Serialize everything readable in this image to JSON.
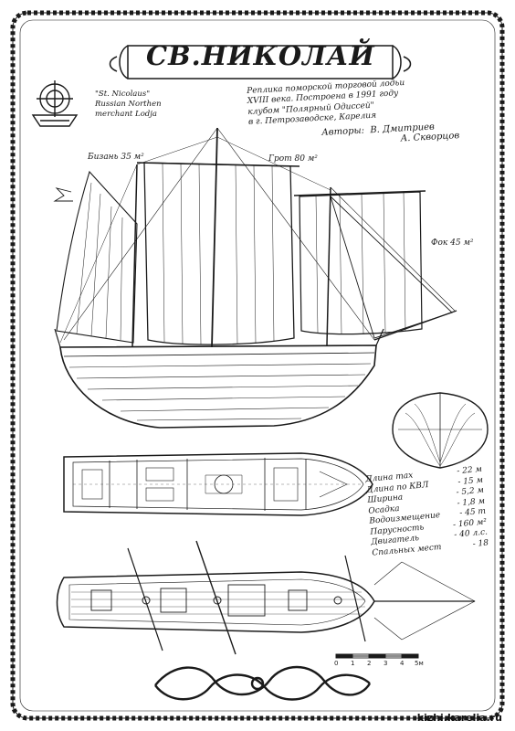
{
  "title": "СВ.НИКОЛАЙ",
  "english_caption": [
    "\"St. Nicolaus\"",
    "Russian Northen",
    "merchant Lodja"
  ],
  "russian_caption": [
    "Реплика поморской торговой лодьи",
    "XVIII века. Построена в 1991 году",
    "клубом \"Полярный Одиссей\"",
    "в г. Петрозаводске, Карелия"
  ],
  "authors": {
    "label": "Авторы:",
    "names": [
      "В. Дмитриев",
      "А. Скворцов"
    ]
  },
  "sails": {
    "mizzen": "Бизань 35 м²",
    "main": "Грот 80 м²",
    "fore": "Фок 45 м²"
  },
  "specs": [
    {
      "label": "Длина max",
      "value": "- 22 м"
    },
    {
      "label": "Длина по КВЛ",
      "value": "- 15 м"
    },
    {
      "label": "Ширина",
      "value": "- 5,2 м"
    },
    {
      "label": "Осадка",
      "value": "- 1,8 м"
    },
    {
      "label": "Водоизмещение",
      "value": "- 45 т"
    },
    {
      "label": "Парусность",
      "value": "- 160 м²"
    },
    {
      "label": "Двигатель",
      "value": "- 40 л.с."
    },
    {
      "label": "Спальных мест",
      "value": "- 18"
    }
  ],
  "scale": {
    "ticks": [
      "0",
      "1",
      "2",
      "3",
      "4",
      "5м"
    ]
  },
  "watermark": "kizhi.karelia.ru",
  "colors": {
    "ink": "#1a1a1a",
    "paper": "#ffffff"
  }
}
